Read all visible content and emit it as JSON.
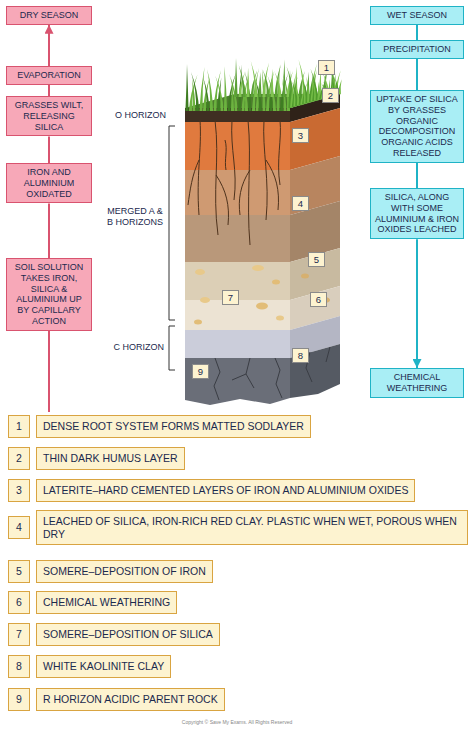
{
  "diagram": {
    "nodes": [
      {
        "text": [
          "DRY SEASON"
        ]
      },
      {
        "text": [
          "EVAPORATION"
        ]
      },
      {
        "text": [
          "GRASSES WILT, RELEASING SILICA"
        ]
      },
      {
        "text": [
          "IRON AND ALUMINIUM OXIDATED"
        ]
      },
      {
        "text": [
          "SOIL SOLUTION TAKES IRON, SILICA & ALUMINIUM UP BY CAPILLARY ACTION"
        ]
      },
      {
        "text": [
          "WET SEASON"
        ]
      },
      {
        "text": [
          "PRECIPITATION"
        ]
      },
      {
        "text": [
          "UPTAKE OF SILICA BY GRASSES ORGANIC DECOMPOSITION ORGANIC ACIDS RELEASED"
        ]
      },
      {
        "text": [
          "SILICA, ALONG WITH SOME ALUMINIUM & IRON OXIDES LEACHED"
        ]
      },
      {
        "text": [
          "CHEMICAL WEATHERING"
        ]
      },
      {
        "text": [
          "1"
        ]
      },
      {
        "text": [
          "2"
        ]
      },
      {
        "text": [
          "3"
        ]
      },
      {
        "text": [
          "4"
        ]
      },
      {
        "text": [
          "5"
        ]
      },
      {
        "text": [
          "6"
        ]
      },
      {
        "text": [
          "7"
        ]
      },
      {
        "text": [
          "8"
        ]
      },
      {
        "text": [
          "9"
        ]
      },
      {
        "text": [
          "1"
        ]
      },
      {
        "text": [
          "DENSE ROOT SYSTEM FORMS MATTED SODLAYER"
        ]
      },
      {
        "text": [
          "2"
        ]
      },
      {
        "text": [
          "THIN DARK HUMUS LAYER"
        ]
      },
      {
        "text": [
          "3"
        ]
      },
      {
        "text": [
          "LATERITE–HARD CEMENTED LAYERS OF IRON AND ALUMINIUM OXIDES"
        ]
      },
      {
        "text": [
          "4"
        ]
      },
      {
        "text": [
          "LEACHED OF SILICA, IRON-RICH RED CLAY. PLASTIC WHEN WET, POROUS WHEN DRY"
        ]
      },
      {
        "text": [
          "5"
        ]
      },
      {
        "text": [
          "SOMERE–DEPOSITION OF IRON"
        ]
      },
      {
        "text": [
          "6"
        ]
      },
      {
        "text": [
          "CHEMICAL WEATHERING"
        ]
      },
      {
        "text": [
          "7"
        ]
      },
      {
        "text": [
          "SOMERE–DEPOSITION OF SILICA"
        ]
      },
      {
        "text": [
          "8"
        ]
      },
      {
        "text": [
          "WHITE KAOLINITE CLAY"
        ]
      },
      {
        "text": [
          "9"
        ]
      },
      {
        "text": [
          "R HORIZON ACIDIC PARENT ROCK"
        ]
      }
    ],
    "edges": [
      {
        "from": 4,
        "to": 3,
        "arrow": "none"
      },
      {
        "from": 3,
        "to": 2,
        "arrow": "none"
      },
      {
        "from": 2,
        "to": 1,
        "arrow": "none"
      },
      {
        "from": 1,
        "to": 0,
        "arrow": "to"
      },
      {
        "from": 5,
        "to": 6,
        "arrow": "none"
      },
      {
        "from": 6,
        "to": 7,
        "arrow": "none"
      },
      {
        "from": 7,
        "to": 8,
        "arrow": "none"
      },
      {
        "from": 8,
        "to": 9,
        "arrow": "to"
      }
    ],
    "labels": [
      "O HORIZON",
      "MERGED A & B HORIZONS",
      "C HORIZON",
      "Copyright © Save My Exams. All Rights Reserved"
    ]
  }
}
